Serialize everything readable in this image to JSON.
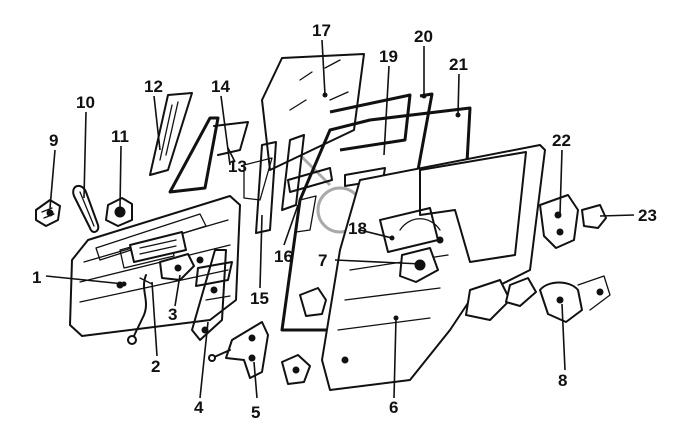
{
  "diagram": {
    "callouts": [
      {
        "id": "1",
        "label": "1"
      },
      {
        "id": "2",
        "label": "2"
      },
      {
        "id": "3",
        "label": "3"
      },
      {
        "id": "4",
        "label": "4"
      },
      {
        "id": "5",
        "label": "5"
      },
      {
        "id": "6",
        "label": "6"
      },
      {
        "id": "7",
        "label": "7"
      },
      {
        "id": "8",
        "label": "8"
      },
      {
        "id": "9",
        "label": "9"
      },
      {
        "id": "10",
        "label": "10"
      },
      {
        "id": "11",
        "label": "11"
      },
      {
        "id": "12",
        "label": "12"
      },
      {
        "id": "13",
        "label": "13"
      },
      {
        "id": "14",
        "label": "14"
      },
      {
        "id": "15",
        "label": "15"
      },
      {
        "id": "16",
        "label": "16"
      },
      {
        "id": "17",
        "label": "17"
      },
      {
        "id": "18",
        "label": "18"
      },
      {
        "id": "19",
        "label": "19"
      },
      {
        "id": "20",
        "label": "20"
      },
      {
        "id": "21",
        "label": "21"
      },
      {
        "id": "22",
        "label": "22"
      },
      {
        "id": "23",
        "label": "23"
      }
    ],
    "line_color": "#111111",
    "background": "#ffffff"
  }
}
